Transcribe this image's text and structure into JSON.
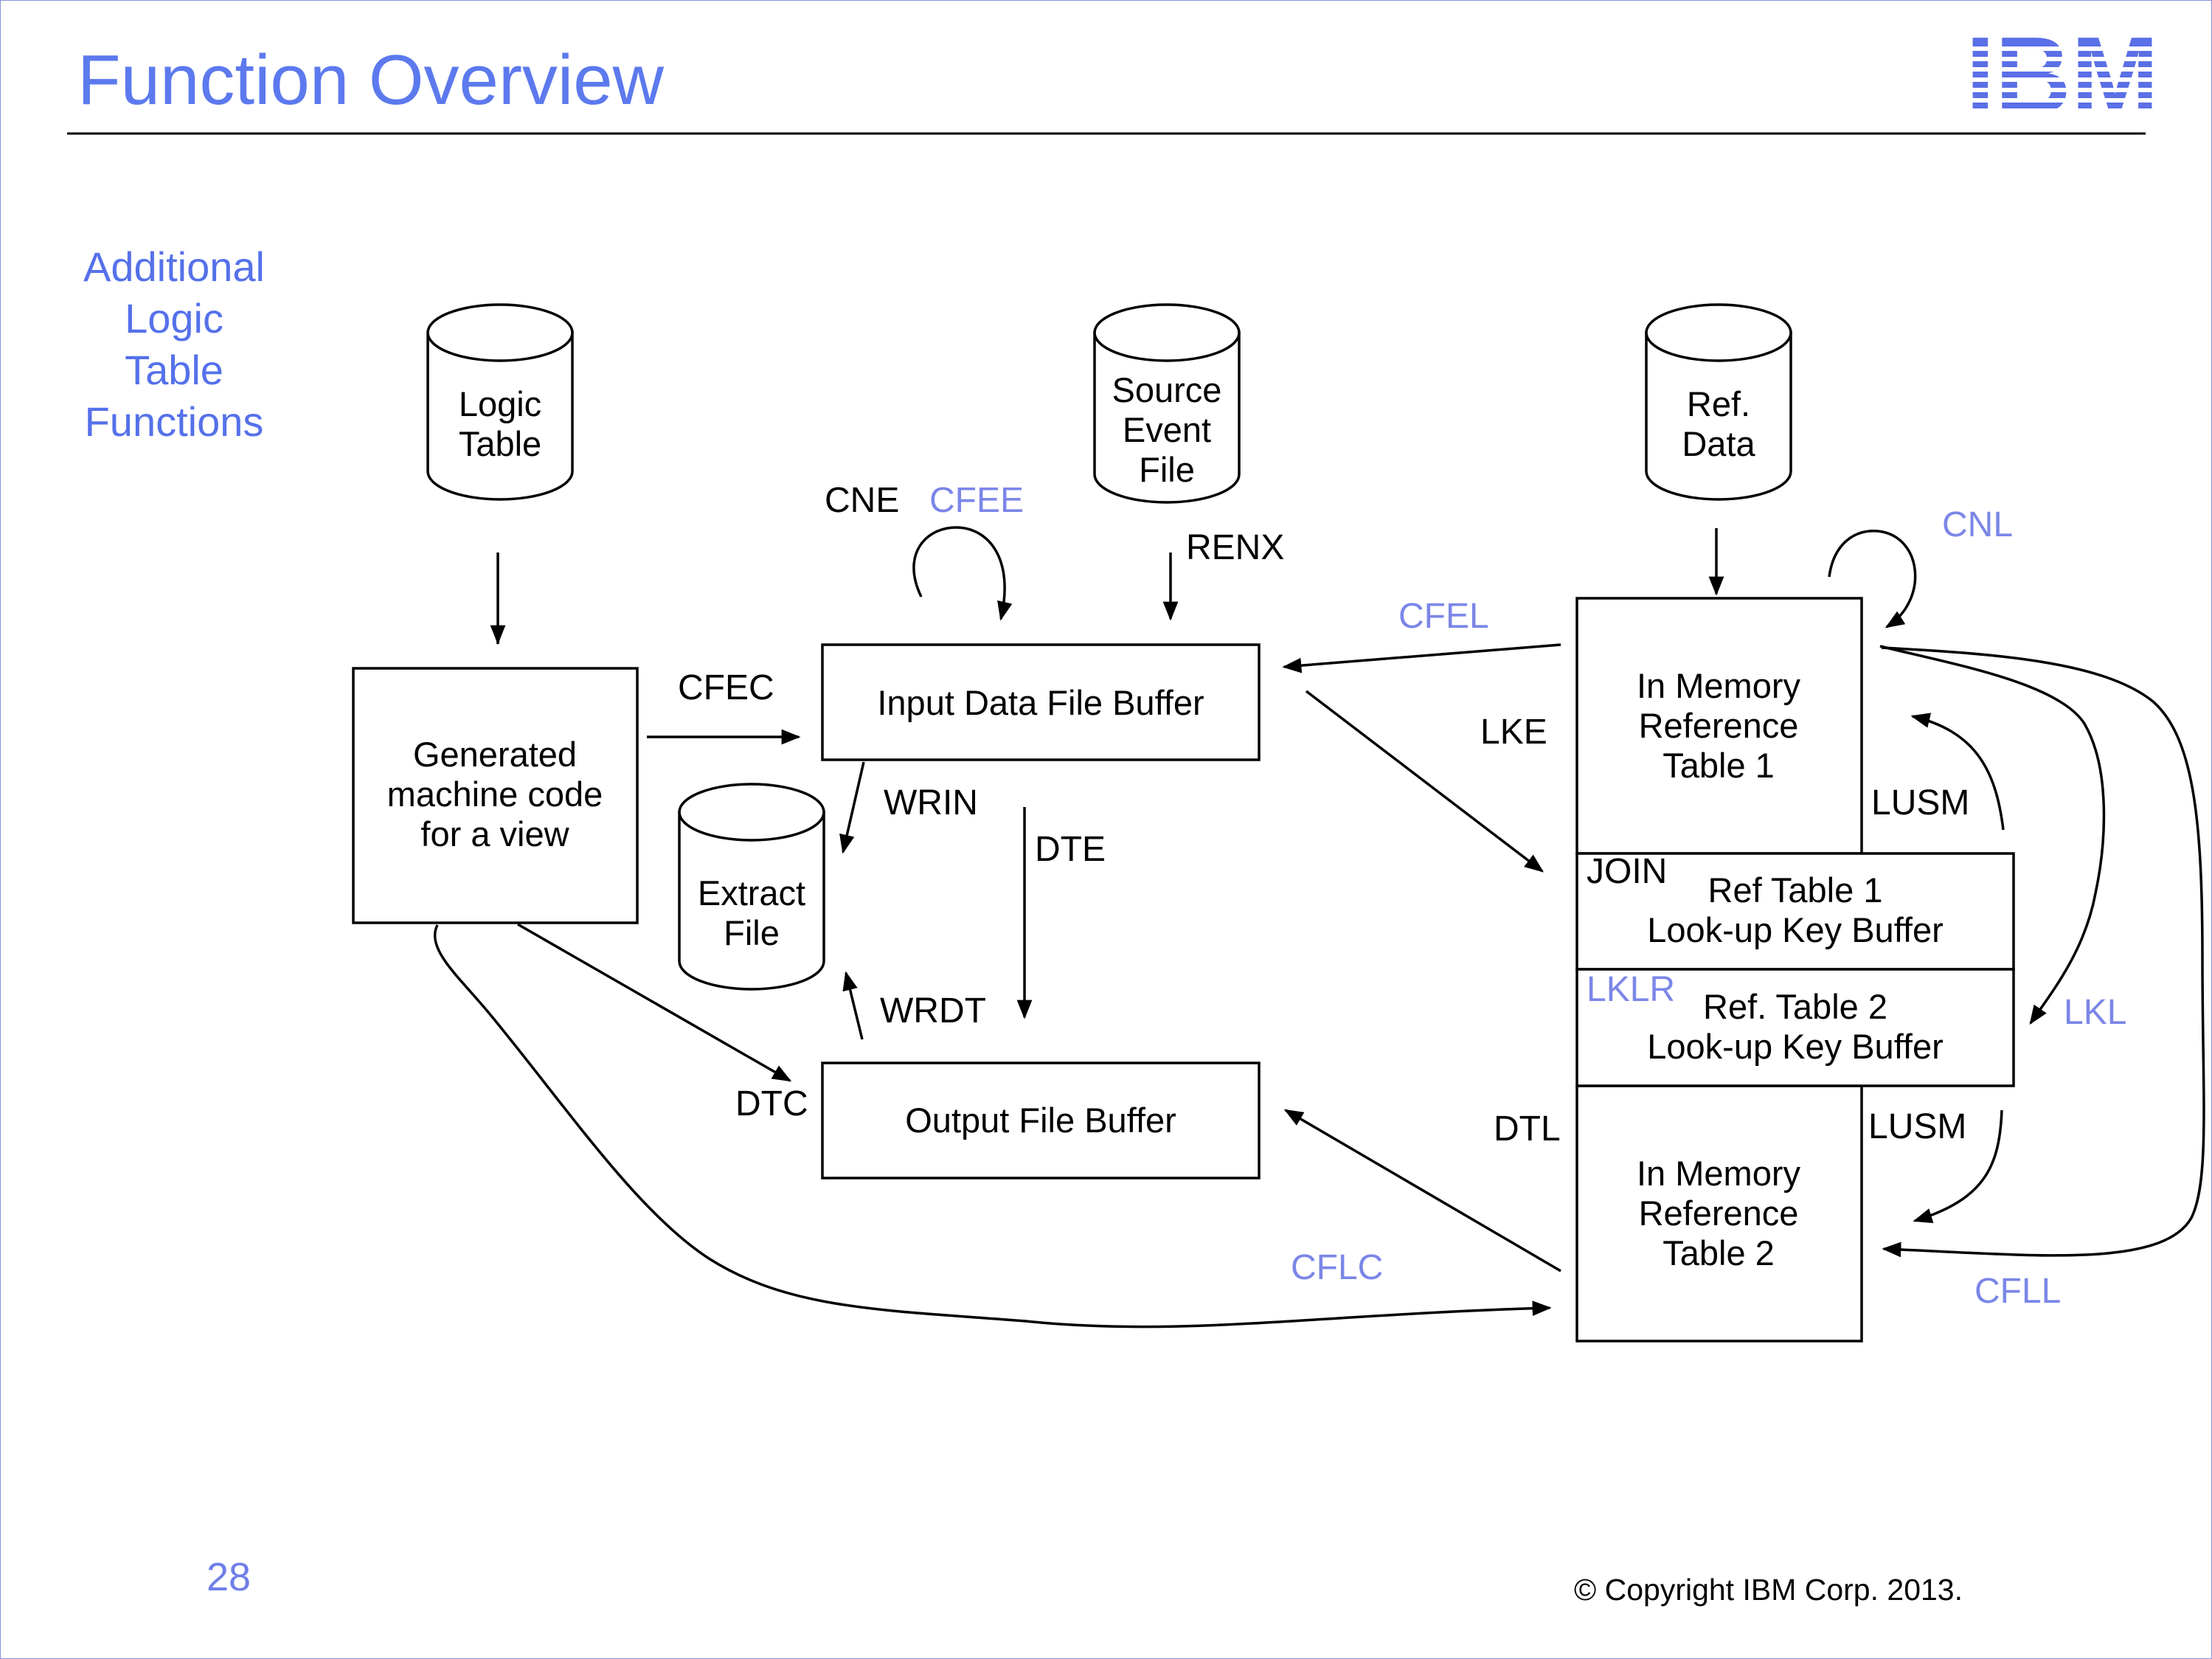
{
  "slide": {
    "title": "Function Overview",
    "subtitle_lines": [
      "Additional",
      "Logic",
      "Table",
      "Functions"
    ],
    "page_number": "28",
    "copyright": "© Copyright IBM Corp. 2013.",
    "logo_text": "IBM",
    "colors": {
      "title": "#5c79ee",
      "blue_label": "#7b86e8",
      "logo": "#5b6fe6",
      "border": "#8a93d8"
    }
  },
  "nodes": {
    "logic_table": [
      "Logic",
      "Table"
    ],
    "source_event_file": [
      "Source",
      "Event",
      "File"
    ],
    "ref_data": [
      "Ref.",
      "Data"
    ],
    "generated_code": [
      "Generated",
      "machine code",
      "for a view"
    ],
    "input_buffer": [
      "Input Data File Buffer"
    ],
    "output_buffer": [
      "Output File Buffer"
    ],
    "extract_file": [
      "Extract",
      "File"
    ],
    "ref_table1": [
      "In Memory",
      "Reference",
      "Table 1"
    ],
    "ref_table2": [
      "In Memory",
      "Reference",
      "Table 2"
    ],
    "lookup_buffer1": [
      "Ref Table 1",
      "Look-up Key Buffer"
    ],
    "lookup_buffer2": [
      "Ref. Table 2",
      "Look-up Key Buffer"
    ]
  },
  "labels": {
    "cne": "CNE",
    "cfee": "CFEE",
    "renx": "RENX",
    "cnl": "CNL",
    "cfel": "CFEL",
    "cfec": "CFEC",
    "lke": "LKE",
    "wrin": "WRIN",
    "dte": "DTE",
    "lusm1": "LUSM",
    "join": "JOIN",
    "lklr": "LKLR",
    "lkl": "LKL",
    "wrdt": "WRDT",
    "dtc": "DTC",
    "dtl": "DTL",
    "lusm2": "LUSM",
    "cflc": "CFLC",
    "cfll": "CFLL"
  }
}
